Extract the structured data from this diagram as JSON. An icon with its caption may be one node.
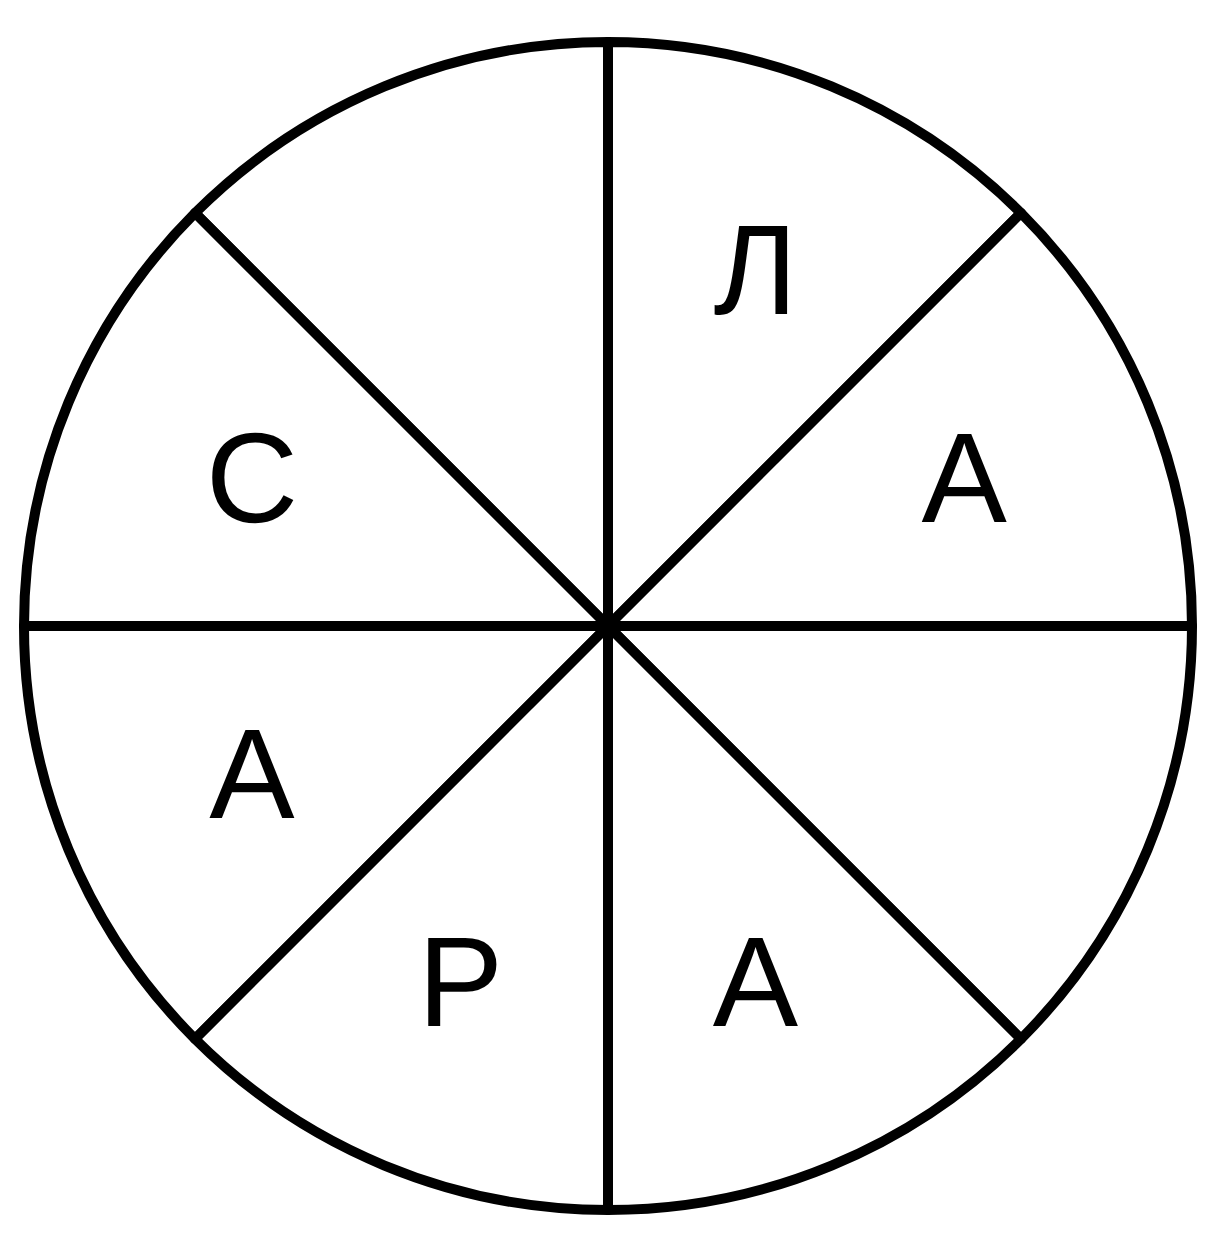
{
  "diagram": {
    "nodes": [
      {
        "text": [],
        "shape": "sector"
      },
      {
        "text": [
          "Л"
        ]
      },
      {
        "text": [
          "С"
        ]
      },
      {
        "text": [
          "А"
        ]
      },
      {
        "text": [
          "А"
        ]
      },
      {
        "text": [],
        "shape": "sector"
      },
      {
        "text": [
          "Р"
        ]
      },
      {
        "text": [
          "А"
        ]
      }
    ]
  }
}
